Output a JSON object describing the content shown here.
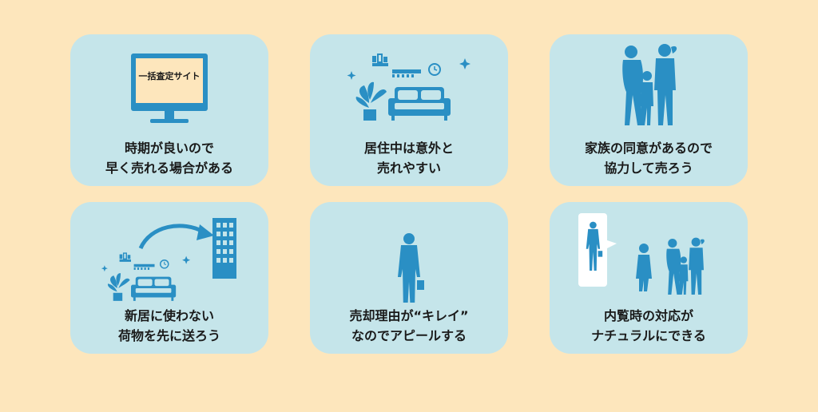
{
  "tv_label": "一括査定サイト",
  "cards": [
    {
      "line1": "時期が良いので",
      "line2": "早く売れる場合がある"
    },
    {
      "line1": "居住中は意外と",
      "line2": "売れやすい"
    },
    {
      "line1": "家族の同意があるので",
      "line2": "協力して売ろう"
    },
    {
      "line1": "新居に使わない",
      "line2": "荷物を先に送ろう"
    },
    {
      "line1": "売却理由が“キレイ”",
      "line2": "なのでアピールする"
    },
    {
      "line1": "内覧時の対応が",
      "line2": "ナチュラルにできる"
    }
  ],
  "colors": {
    "background": "#fde6bc",
    "card": "#c5e5ea",
    "icon": "#2a8fc4",
    "screen": "#fde6bc"
  }
}
